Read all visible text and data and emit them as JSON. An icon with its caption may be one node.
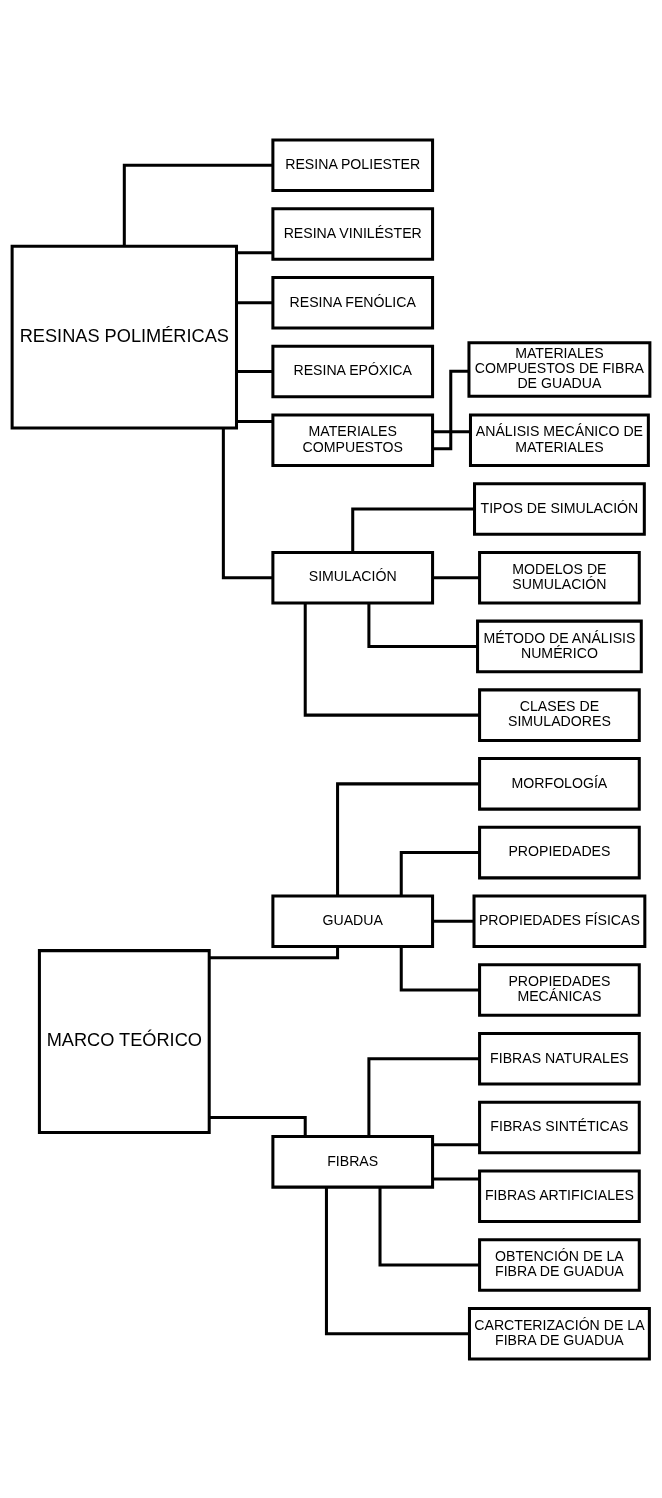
{
  "diagram": {
    "nodes": [
      {
        "text": [
          "MARCO TEÓRICO"
        ]
      },
      {
        "text": [
          "GUADUA"
        ]
      },
      {
        "text": [
          "MORFOLOGÍA"
        ]
      },
      {
        "text": [
          "PROPIEDADES"
        ]
      },
      {
        "text": [
          "PROPIEDADES FÍSICAS"
        ]
      },
      {
        "text": [
          "PROPIEDADES MECÁNICAS"
        ]
      },
      {
        "text": [
          "FIBRAS"
        ]
      },
      {
        "text": [
          "FIBRAS NATURALES"
        ]
      },
      {
        "text": [
          "FIBRAS SINTÉTICAS"
        ]
      },
      {
        "text": [
          "FIBRAS ARTIFICIALES"
        ]
      },
      {
        "text": [
          "OBTENCIÓN DE LA FIBRA DE GUADUA"
        ]
      },
      {
        "text": [
          "CARCTERIZACIÓN DE LA FIBRA DE GUADUA"
        ]
      },
      {
        "text": [
          "RESINAS POLIMÉRICAS"
        ]
      },
      {
        "text": [
          "RESINA POLIESTER"
        ]
      },
      {
        "text": [
          "RESINA VINILÉSTER"
        ]
      },
      {
        "text": [
          "RESINA FENÓLICA"
        ]
      },
      {
        "text": [
          "RESINA EPÓXICA"
        ]
      },
      {
        "text": [
          "MATERIALES COMPUESTOS"
        ]
      },
      {
        "text": [
          "MATERIALES COMPUESTOS DE FIBRA DE GUADUA"
        ]
      },
      {
        "text": [
          "ANÁLISIS MECÁNICO DE MATERIALES"
        ]
      },
      {
        "text": [
          "SIMULACIÓN"
        ]
      },
      {
        "text": [
          "TIPOS DE SIMULACIÓN"
        ]
      },
      {
        "text": [
          "MODELOS DE SUMULACIÓN"
        ]
      },
      {
        "text": [
          "MÉTODO DE ANÁLISIS NUMÉRICO"
        ]
      },
      {
        "text": [
          "CLASES DE SIMULADORES"
        ]
      }
    ],
    "edges": [
      {
        "from": 0,
        "to": 1,
        "arrow": "none"
      },
      {
        "from": 0,
        "to": 6,
        "arrow": "none"
      },
      {
        "from": 1,
        "to": 2,
        "arrow": "none"
      },
      {
        "from": 1,
        "to": 3,
        "arrow": "none"
      },
      {
        "from": 1,
        "to": 4,
        "arrow": "none"
      },
      {
        "from": 1,
        "to": 5,
        "arrow": "none"
      },
      {
        "from": 6,
        "to": 7,
        "arrow": "none"
      },
      {
        "from": 6,
        "to": 8,
        "arrow": "none"
      },
      {
        "from": 6,
        "to": 9,
        "arrow": "none"
      },
      {
        "from": 6,
        "to": 10,
        "arrow": "none"
      },
      {
        "from": 6,
        "to": 11,
        "arrow": "none"
      },
      {
        "from": 12,
        "to": 13,
        "arrow": "none"
      },
      {
        "from": 12,
        "to": 14,
        "arrow": "none"
      },
      {
        "from": 12,
        "to": 15,
        "arrow": "none"
      },
      {
        "from": 12,
        "to": 16,
        "arrow": "none"
      },
      {
        "from": 12,
        "to": 17,
        "arrow": "none"
      },
      {
        "from": 12,
        "to": 20,
        "arrow": "none"
      },
      {
        "from": 17,
        "to": 18,
        "arrow": "none"
      },
      {
        "from": 17,
        "to": 19,
        "arrow": "none"
      },
      {
        "from": 20,
        "to": 21,
        "arrow": "none"
      },
      {
        "from": 20,
        "to": 22,
        "arrow": "none"
      },
      {
        "from": 20,
        "to": 23,
        "arrow": "none"
      },
      {
        "from": 20,
        "to": 24,
        "arrow": "none"
      }
    ]
  }
}
